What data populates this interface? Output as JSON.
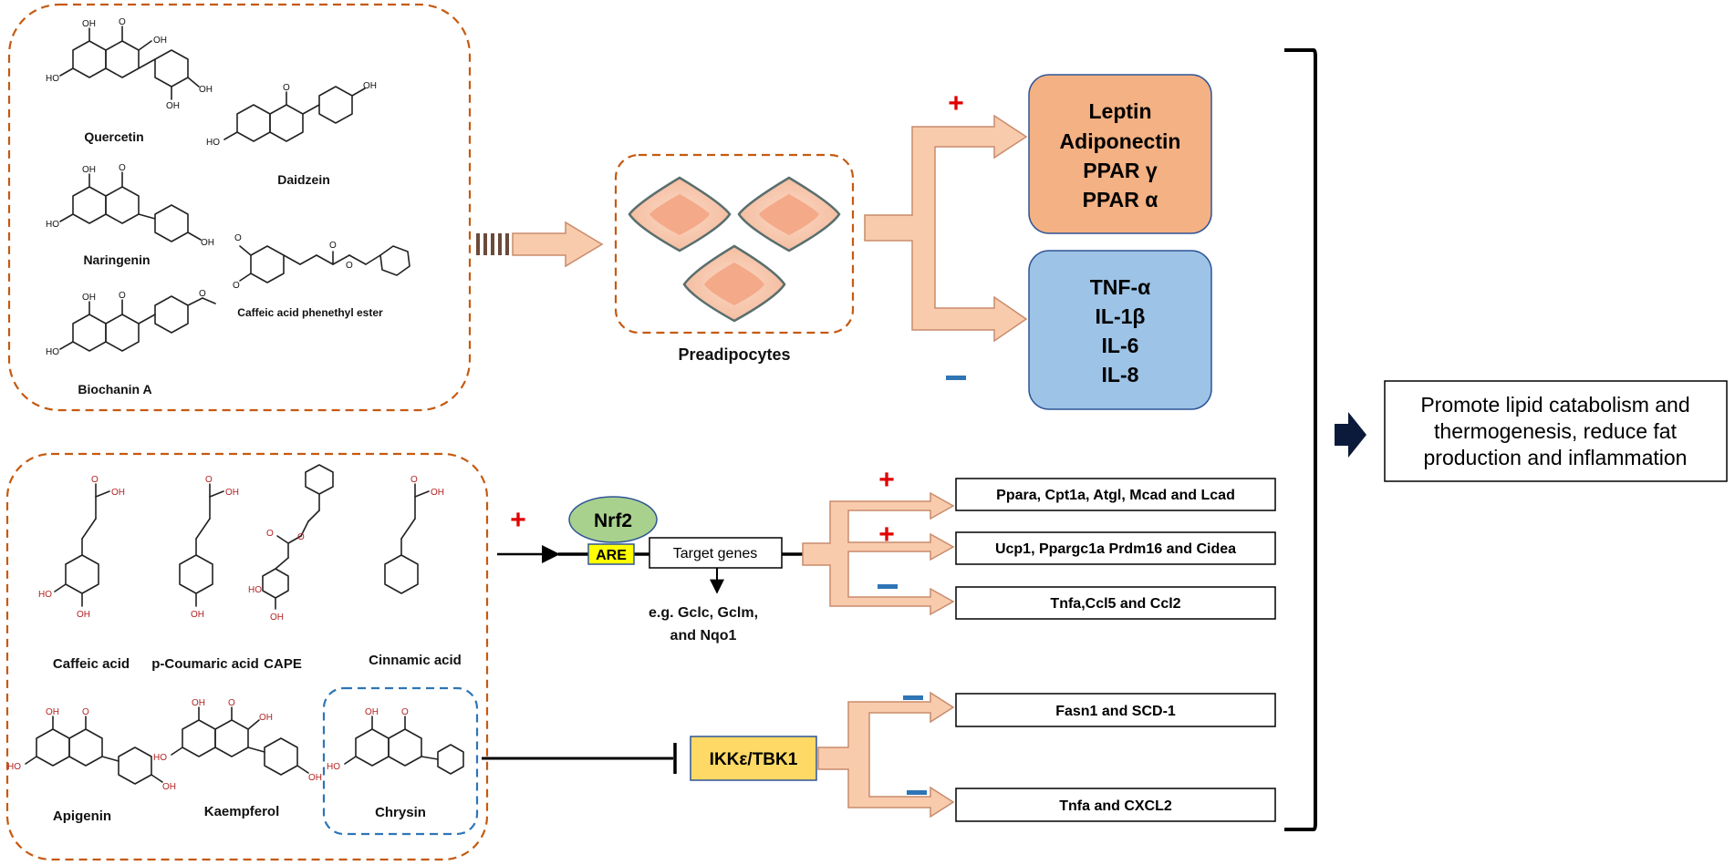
{
  "compounds_group1": [
    "Quercetin",
    "Daidzein",
    "Naringenin",
    "Caffeic acid phenethyl ester",
    "Biochanin A"
  ],
  "compounds_group2": [
    "Caffeic acid",
    "p-Coumaric acid",
    "CAPE",
    "Cinnamic acid",
    "Apigenin",
    "Kaempferol",
    "Chrysin"
  ],
  "preadipocytes_label": "Preadipocytes",
  "upregulated_box": [
    "Leptin",
    "Adiponectin",
    "PPAR γ",
    "PPAR α"
  ],
  "downregulated_box": [
    "TNF-α",
    "IL-1β",
    "IL-6",
    "IL-8"
  ],
  "signs": {
    "plus": "+",
    "minus": "−"
  },
  "nrf2": {
    "nrf2": "Nrf2",
    "are": "ARE",
    "target": "Target genes",
    "examples_line1": "e.g. Gclc, Gclm,",
    "examples_line2": "and Nqo1"
  },
  "gene_boxes": [
    "Ppara, Cpt1a, Atgl, Mcad and Lcad",
    "Ucp1, Ppargc1a Prdm16 and Cidea",
    "Tnfa,Ccl5 and Ccl2",
    "Fasn1 and SCD-1",
    "Tnfa and CXCL2"
  ],
  "ikk_label": "IKKε/TBK1",
  "outcome": [
    "Promote lipid catabolism and",
    "thermogenesis, reduce fat",
    "production and inflammation"
  ],
  "colors": {
    "dash_orange": "#c55a11",
    "dash_blue": "#2e75b6",
    "arrow_fill": "#f8cbad",
    "arrow_stroke": "#c98b6b",
    "up_box": "#f4b183",
    "down_box": "#9dc3e6",
    "cell_fill": "#f8cbad",
    "nucleus": "#f4a988",
    "nrf2_fill": "#a9d18e",
    "are_fill": "#ffff00",
    "ikk_fill": "#ffd966",
    "plus": "#e00000",
    "minus": "#2e75b6"
  }
}
